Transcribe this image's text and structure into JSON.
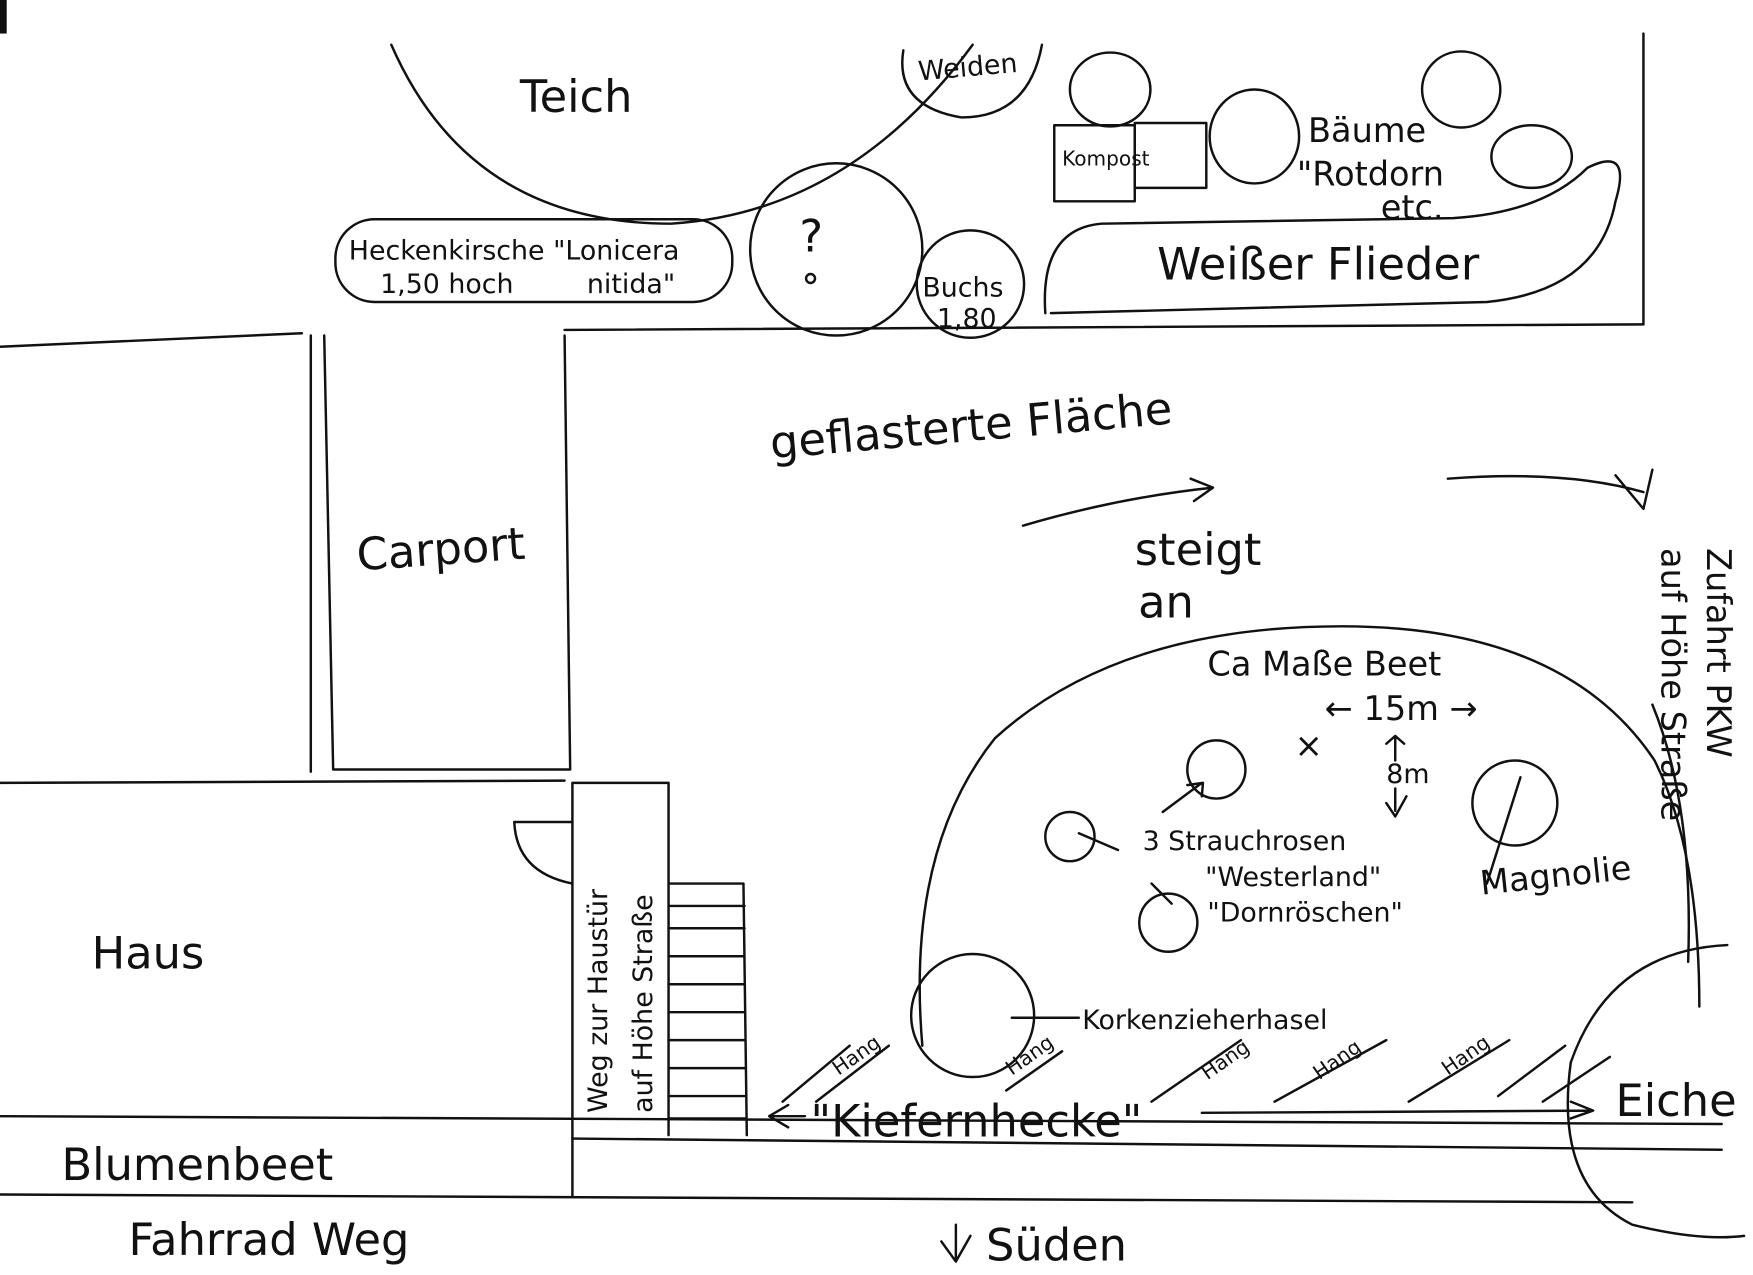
{
  "labels": {
    "teich": "Teich",
    "weiden": "Weiden",
    "kompost": "Kompost",
    "baeume_1": "Bäume",
    "baeume_2": "\"Rotdorn",
    "baeume_3": "etc.",
    "heckenkirsche_1": "Heckenkirsche \"Lonicera",
    "heckenkirsche_2": "1,50 hoch",
    "heckenkirsche_3": "nitida\"",
    "question": "?",
    "buchs": "Buchs",
    "buchs_height": "1,80",
    "flieder": "Weißer Flieder",
    "geflasterte": "geflasterte Fläche",
    "carport": "Carport",
    "steigt": "steigt",
    "an": "an",
    "zufahrt_1": "Zufahrt PKW",
    "zufahrt_2": "auf Höhe Straße",
    "beet_title": "Ca Maße Beet",
    "beet_width": "← 15m →",
    "beet_height": "8m",
    "rosen_1": "3 Strauchrosen",
    "rosen_2": "\"Westerland\"",
    "rosen_3": "\"Dornröschen\"",
    "magnolie": "Magnolie",
    "haus": "Haus",
    "weg_1": "Weg zur Haustür",
    "weg_2": "auf Höhe Straße",
    "korkenzieher": "Korkenzieherhasel",
    "hang": "Hang",
    "kiefernhecke": "\"Kiefernhecke\"",
    "eiche": "Eiche",
    "blumenbeet": "Blumenbeet",
    "fahrweg": "Fahrrad Weg",
    "sueden": "Süden"
  }
}
